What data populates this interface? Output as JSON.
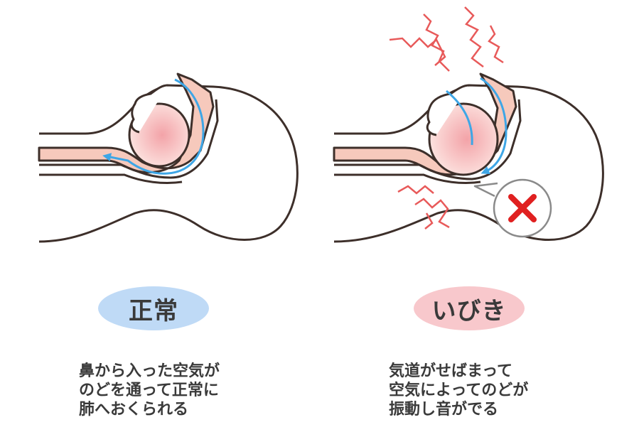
{
  "normal": {
    "label": "正常",
    "description": [
      "鼻から入った空気が",
      "のどを通って正常に",
      "肺へおくられる"
    ]
  },
  "snoring": {
    "label": "いびき",
    "description": [
      "気道がせばまって",
      "空気によってのどが",
      "振動し音がでる"
    ]
  },
  "colors": {
    "outline": "#3d2f2a",
    "tissue": "#f6c9bc",
    "airflow": "#3ea6e6",
    "vibration": "#e85a5a",
    "badge_normal": "#bfdaf6",
    "badge_snore": "#f8c8cc",
    "cross": "#e02020"
  },
  "icons": [
    "airflow-arrow-icon",
    "vibration-lines-icon",
    "cross-mark-icon"
  ]
}
